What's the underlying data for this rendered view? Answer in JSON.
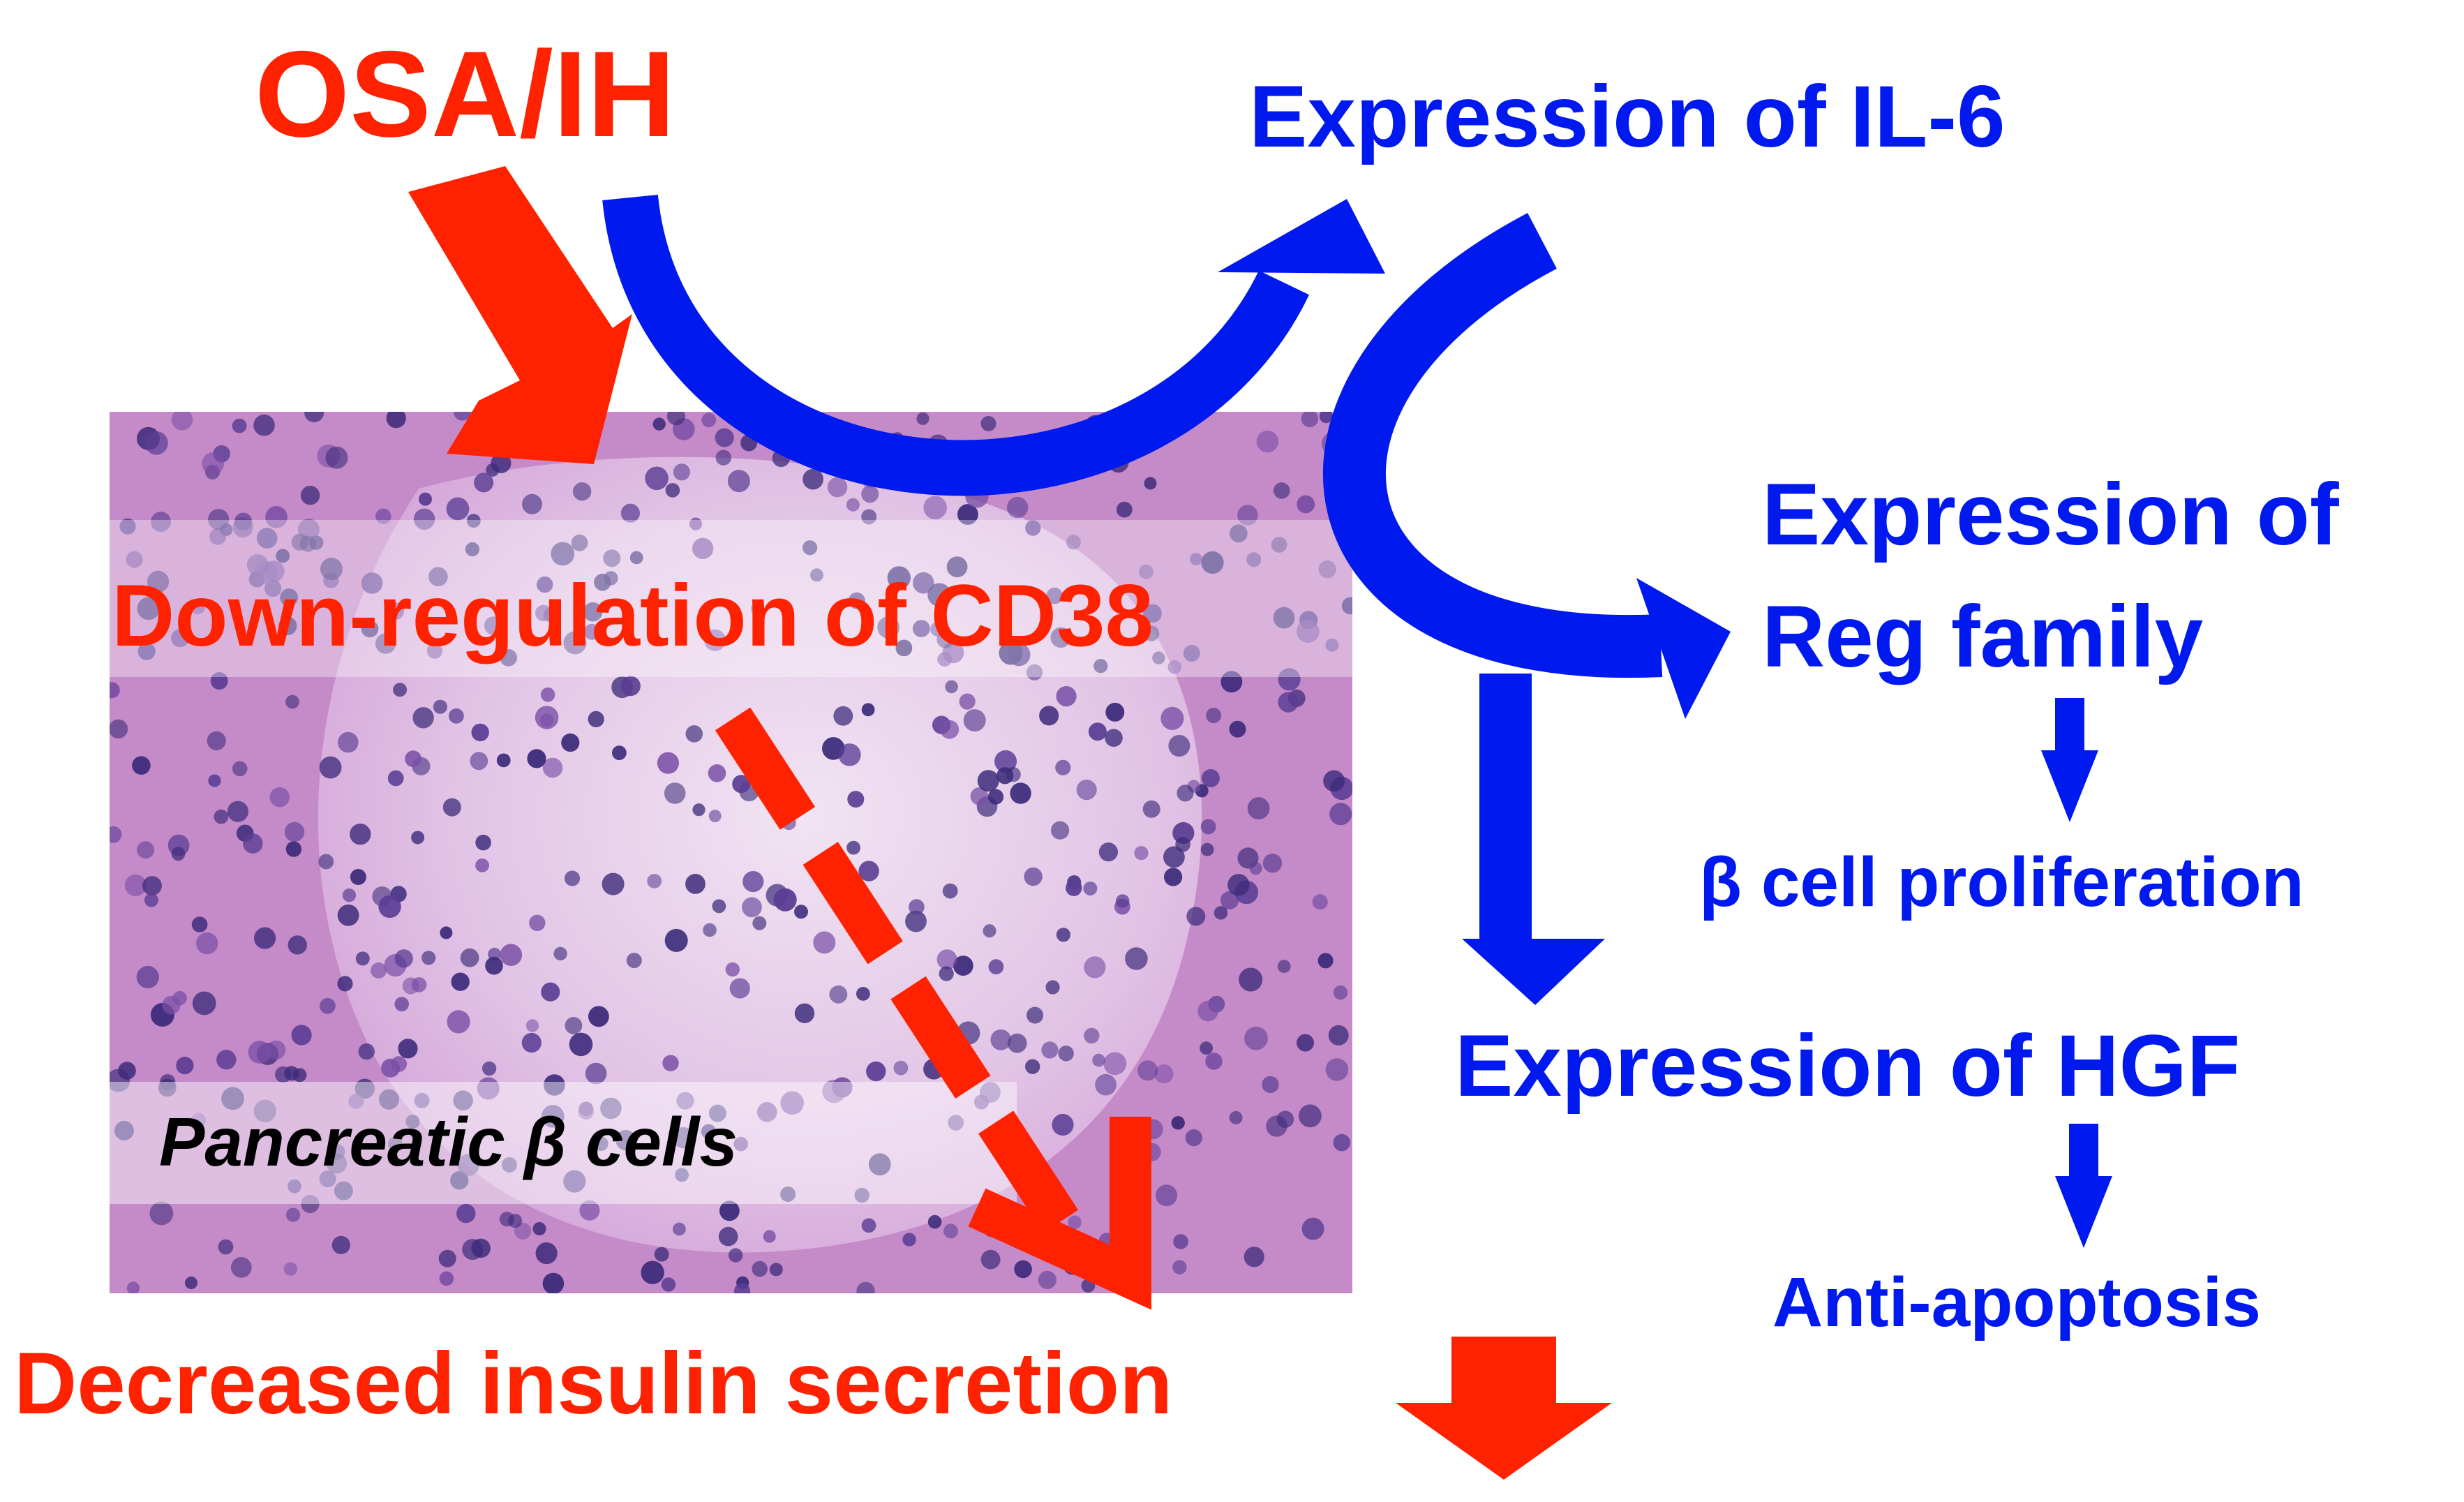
{
  "diagram": {
    "trigger_label": "OSA/IH",
    "il6_label": "Expression of IL-6",
    "reg_label_line1": "Expression of",
    "reg_label_line2": "Reg family",
    "proliferation_label": "β cell proliferation",
    "hgf_label": "Expression of HGF",
    "antiapoptosis_label": "Anti-apoptosis",
    "cd38_label": "Down-regulation of CD38",
    "cells_label": "Pancreatic β cells",
    "insulin_label": "Decreased insulin secretion"
  },
  "colors": {
    "red": "#ff2200",
    "blue": "#0019ee",
    "black": "#000000",
    "tissue": "#c58ac8"
  }
}
